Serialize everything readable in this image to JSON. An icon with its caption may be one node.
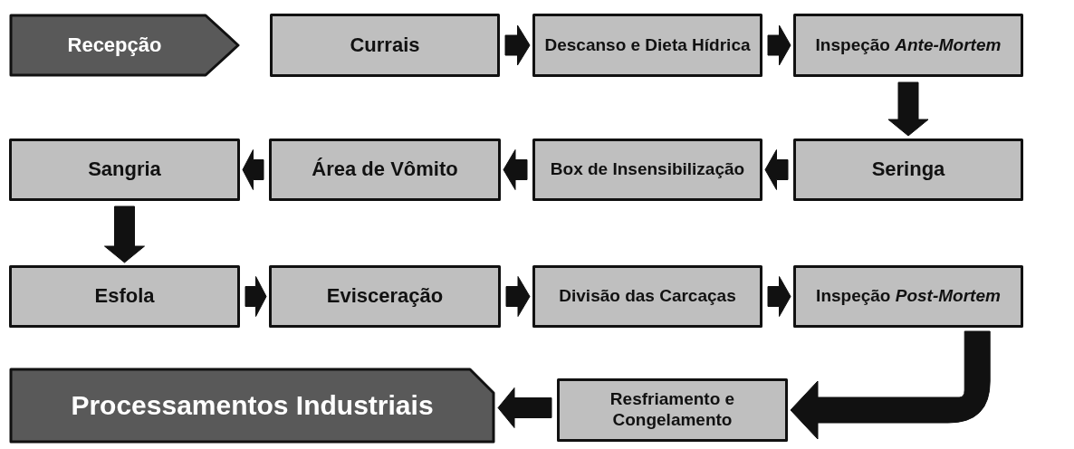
{
  "diagram": {
    "nodes": [
      {
        "text": [
          "Recepção"
        ]
      },
      {
        "text": [
          "Currais"
        ]
      },
      {
        "text": [
          "Descanso e Dieta Hídrica"
        ]
      },
      {
        "text": [
          "Inspeção *Ante-Mortem*"
        ]
      },
      {
        "text": [
          "Sangria"
        ]
      },
      {
        "text": [
          "Área de Vômito"
        ]
      },
      {
        "text": [
          "Box de Insensibilização"
        ]
      },
      {
        "text": [
          "Seringa"
        ]
      },
      {
        "text": [
          "Esfola"
        ]
      },
      {
        "text": [
          "Evisceração"
        ]
      },
      {
        "text": [
          "Divisão das Carcaças"
        ]
      },
      {
        "text": [
          "Inspeção *Post-Mortem*"
        ]
      },
      {
        "text": [
          "Processamentos Industriais"
        ]
      },
      {
        "text": [
          "Resfriamento e Congelamento"
        ]
      }
    ],
    "edges": [
      {
        "from": 1,
        "to": 2,
        "arrow": "to"
      },
      {
        "from": 2,
        "to": 3,
        "arrow": "to"
      },
      {
        "from": 3,
        "to": 7,
        "arrow": "to"
      },
      {
        "from": 7,
        "to": 6,
        "arrow": "to"
      },
      {
        "from": 6,
        "to": 5,
        "arrow": "to"
      },
      {
        "from": 5,
        "to": 4,
        "arrow": "to"
      },
      {
        "from": 4,
        "to": 8,
        "arrow": "to"
      },
      {
        "from": 8,
        "to": 9,
        "arrow": "to"
      },
      {
        "from": 9,
        "to": 10,
        "arrow": "to"
      },
      {
        "from": 10,
        "to": 11,
        "arrow": "to"
      },
      {
        "from": 11,
        "to": 13,
        "arrow": "to"
      },
      {
        "from": 13,
        "to": 12,
        "arrow": "to"
      }
    ]
  }
}
